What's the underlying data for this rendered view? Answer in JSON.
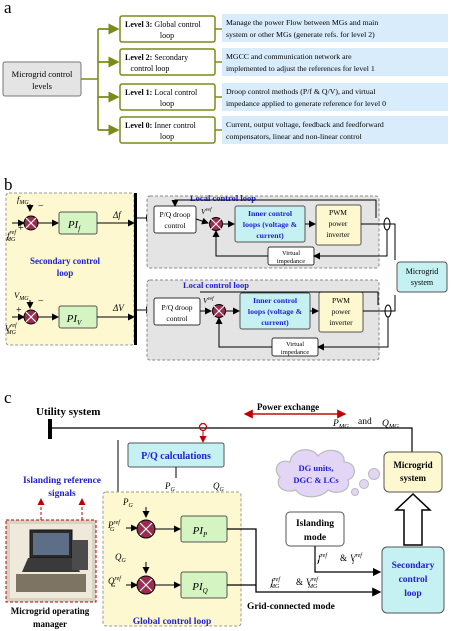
{
  "panel_a": {
    "label": "a",
    "root": [
      "Microgrid control",
      "levels"
    ],
    "levels": [
      {
        "title": "Level 3:",
        "text1": " Global control",
        "text2": "loop",
        "desc": [
          "Manage the power Flow between MGs and main",
          "system or other MGs (generate refs. for level 2)"
        ]
      },
      {
        "title": "Level 2:",
        "text1": " Secondary",
        "text2": "control loop",
        "desc": [
          "MGCC and communication network are",
          "implemented to adjust the references for level 1"
        ]
      },
      {
        "title": "Level 1:",
        "text1": " Local control",
        "text2": "loop",
        "desc": [
          "Droop control methods (P/f & Q/V), and virtual",
          "impedance applied to generate reference for level 0"
        ]
      },
      {
        "title": "Level 0:",
        "text1": " Inner control",
        "text2": "loop",
        "desc": [
          "Current, output voltage, feedback and feedforward",
          "compensators, linear and non-linear control"
        ]
      }
    ]
  },
  "panel_b": {
    "label": "b",
    "secondary_title": [
      "Secondary control",
      "loop"
    ],
    "pi_f": "PI",
    "pi_f_sub": "f",
    "pi_v": "PI",
    "pi_v_sub": "V",
    "f_mg": "f",
    "f_mg_sub": "MG",
    "f_ref": "f",
    "f_ref_sup": "ref",
    "f_ref_sub": "MG",
    "v_mg": "V",
    "v_mg_sub": "MG",
    "v_ref": "V",
    "v_ref_sup": "ref",
    "v_ref_sub": "MG",
    "delta_f": "Δf",
    "delta_v": "ΔV",
    "minus": "−",
    "plus": "+",
    "local_title": "Local control loop",
    "pq_droop": [
      "P/Q droop",
      "control"
    ],
    "vref": "V",
    "vref_sup": "ref",
    "inner": [
      "Inner control",
      "loops (voltage &",
      "current)"
    ],
    "pwm": [
      "PWM",
      "power",
      "inverter"
    ],
    "virtual": [
      "Virtual",
      "impedance"
    ],
    "microgrid": [
      "Microgrid",
      "system"
    ]
  },
  "panel_c": {
    "label": "c",
    "utility": "Utility system",
    "power_exchange": "Power exchange",
    "p_mg": "P",
    "p_mg_sub": "MG",
    "and": "and",
    "q_mg": "Q",
    "q_mg_sub": "MG",
    "pq_calc": "P/Q calculations",
    "pg": "P",
    "pg_sub": "G",
    "qg": "Q",
    "qg_sub": "G",
    "islanding_ref": [
      "Islanding reference",
      "signals"
    ],
    "cloud": [
      "DG units,",
      "DGC & LCs"
    ],
    "microgrid": [
      "Microgrid",
      "system"
    ],
    "islanding_mode": [
      "Islanding",
      "mode"
    ],
    "pg_ref": "P",
    "pg_ref_sup": "ref",
    "pg_ref_sub": "G",
    "qg_ref": "Q",
    "qg_ref_sup": "ref",
    "qg_ref_sub": "G",
    "pi_p": "PI",
    "pi_p_sub": "P",
    "pi_q": "PI",
    "pi_q_sub": "Q",
    "fi_ref": "f",
    "fi_ref_sup": "ref",
    "fi_ref_sub": "I",
    "vi_ref": "V",
    "vi_ref_sup": "ref",
    "vi_ref_sub": "I",
    "fmg_ref": "f",
    "fmg_ref_sup": "ref",
    "fmg_ref_sub": "MG",
    "vmg_ref": "V",
    "vmg_ref_sup": "ref",
    "vmg_ref_sub": "MG",
    "amp": "&",
    "global_title": "Global control loop",
    "grid_mode": "Grid-connected mode",
    "secondary": [
      "Secondary",
      "control",
      "loop"
    ],
    "manager": [
      "Microgrid operating",
      "manager"
    ]
  },
  "colors": {
    "yellow_bg": "#fdf8cf",
    "green_box": "#d4f5c2",
    "cyan_box": "#c6f1f3",
    "blue_desc": "#d8ecfb",
    "gray_box": "#e4e4e4",
    "blue_text": "#1f1fd0",
    "olive": "#7c8a1a",
    "sum_fill": "#9b2c50"
  }
}
